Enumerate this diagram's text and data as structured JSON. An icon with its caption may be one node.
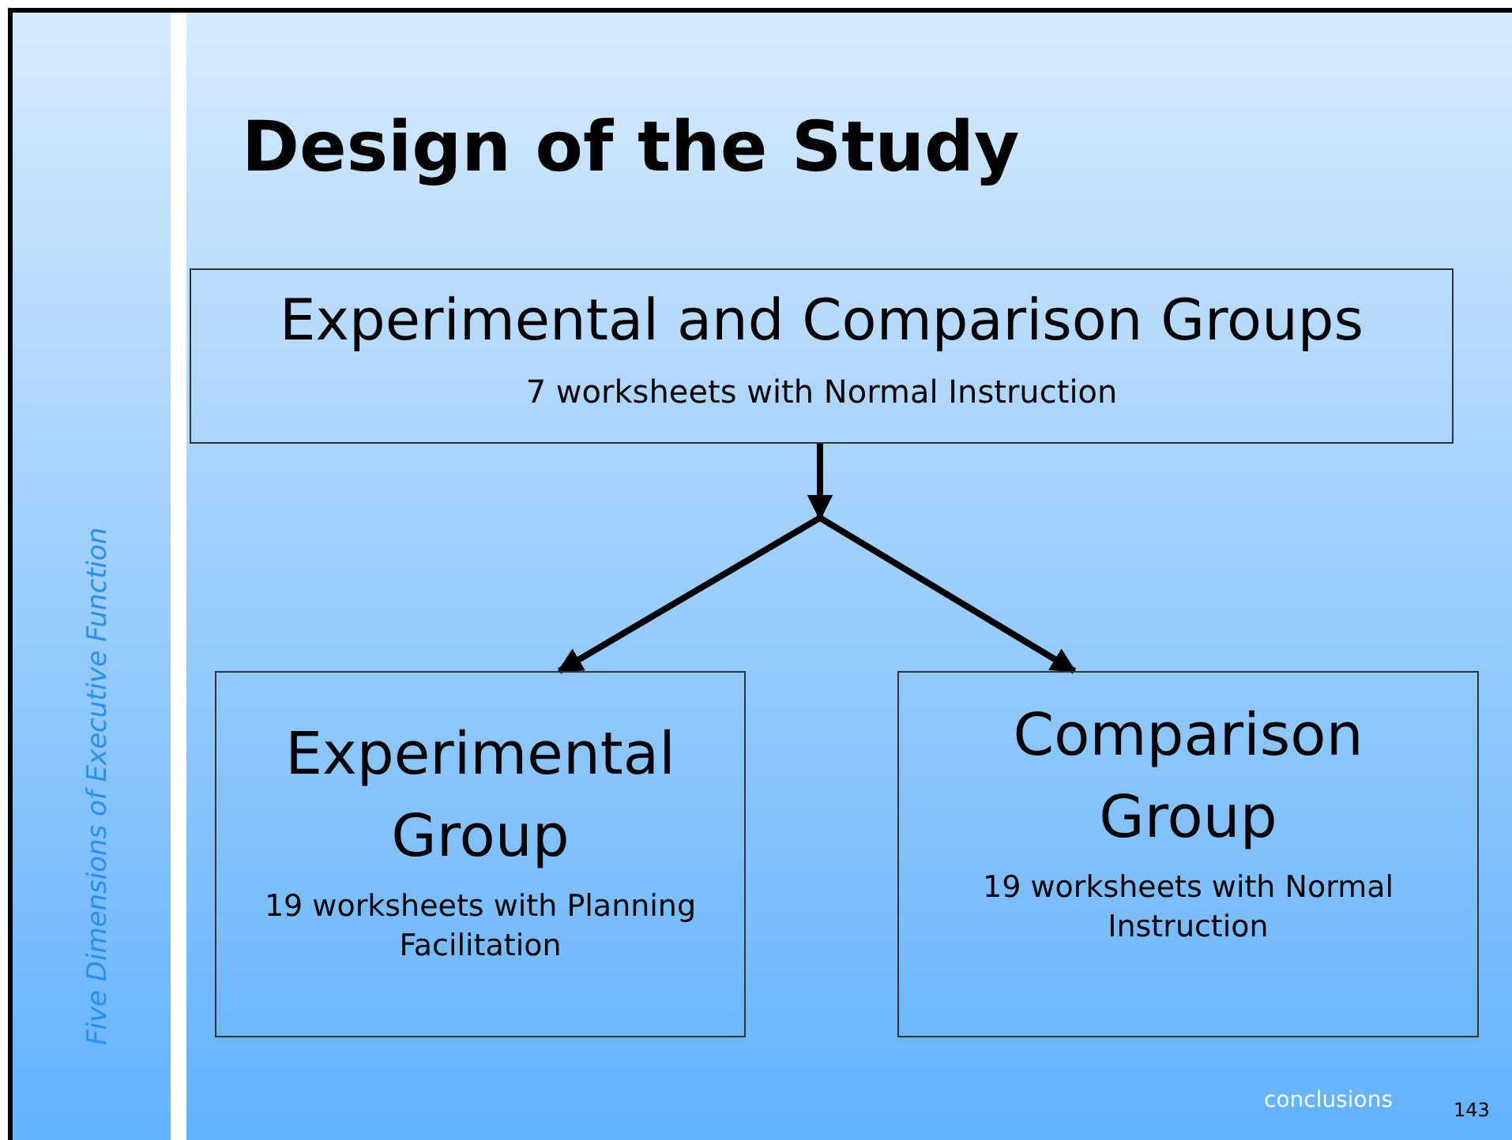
{
  "diagram": {
    "title": "Design of the Study",
    "nodes": [
      {
        "text": [
          "Experimental and Comparison Groups",
          "7 worksheets with Normal Instruction"
        ]
      },
      {
        "text": [
          "Experimental Group",
          "19 worksheets with Planning Facilitation"
        ]
      },
      {
        "text": [
          "Comparison Group",
          "19 worksheets with Normal Instruction"
        ]
      }
    ],
    "edges": [
      {
        "from": 0,
        "to": 1,
        "arrow": "to"
      },
      {
        "from": 0,
        "to": 2,
        "arrow": "to"
      }
    ],
    "labels": [
      "Five Dimensions of Executive Function",
      "conclusions",
      "143"
    ]
  }
}
